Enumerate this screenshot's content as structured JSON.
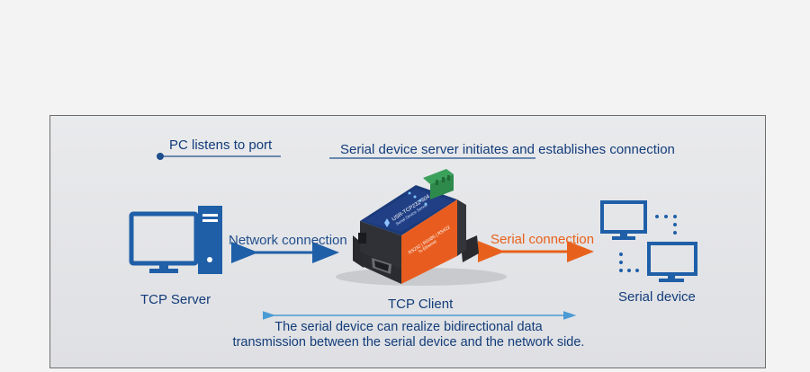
{
  "labels": {
    "pc_listens": "PC listens to port",
    "server_initiates": "Serial device server initiates and establishes connection",
    "network_connection": "Network connection",
    "serial_connection": "Serial connection",
    "tcp_server": "TCP Server",
    "tcp_client": "TCP Client",
    "serial_device": "Serial device",
    "caption_line1": "The serial device can realize bidirectional data",
    "caption_line2": "transmission between the serial device and the network side."
  },
  "device": {
    "model_text": "USR-TCP232-304",
    "subtitle": "Serial Device Server",
    "ports_text": "RS232 | RS485 | RS422",
    "to_ethernet": "To Ethernet"
  },
  "colors": {
    "blue": "#1f5fa8",
    "dark_blue": "#123c7a",
    "orange": "#e8611c",
    "light_blue": "#4a9ad4"
  }
}
